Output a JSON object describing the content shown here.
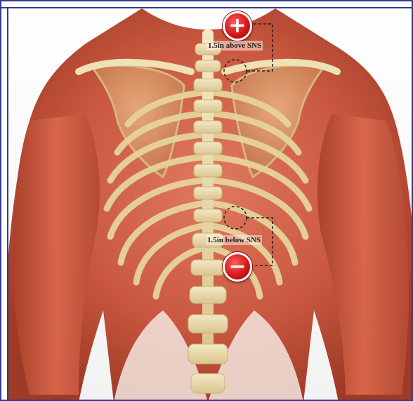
{
  "image": {
    "subject": "Back view of human torso musculature and spine with electrode placement markers",
    "colors": {
      "frame": "#2f3b8f",
      "muscle": "#c9573f",
      "bone": "#e9d9a8",
      "electrode": "#d01414",
      "marker_outline": "#222222"
    }
  },
  "electrodes": {
    "positive": {
      "symbol": "+",
      "icon": "plus-icon"
    },
    "negative": {
      "symbol": "−",
      "icon": "minus-icon"
    }
  },
  "labels": {
    "above": "1.5in above SNS",
    "below": "1.5in below SNS"
  }
}
